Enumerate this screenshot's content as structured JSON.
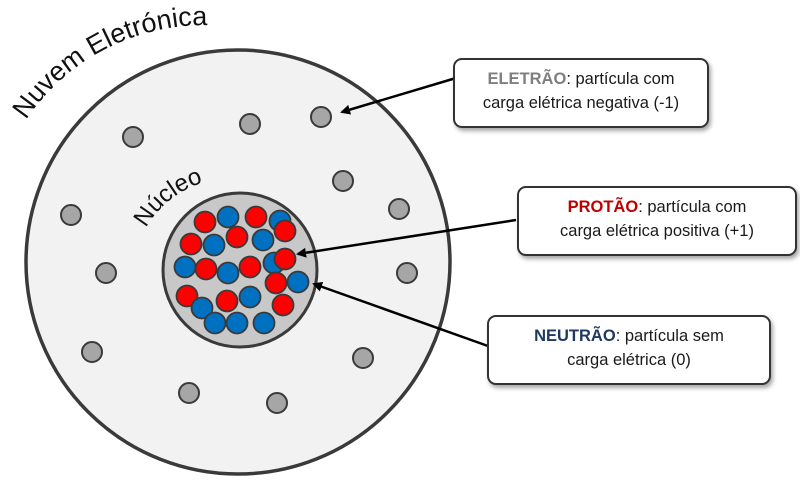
{
  "cloud_label": "Nuvem Eletrónica",
  "nucleus_label": "Núcleo",
  "electron": {
    "keyword": "ELETRÃO",
    "rest": ": partícula com",
    "line2": "carga elétrica negativa (-1)"
  },
  "proton": {
    "keyword": "PROTÃO",
    "rest": ": partícula com",
    "line2": "carga elétrica positiva (+1)"
  },
  "neutron": {
    "keyword": "NEUTRÃO",
    "rest": ": partícula sem",
    "line2": "carga elétrica (0)"
  },
  "colors": {
    "cloud_fill": "#f2f2f2",
    "outline": "#3a3a3a",
    "electron": "#a6a6a6",
    "nucleus_fill": "#c8c8c8",
    "proton": "#ff0000",
    "neutron": "#0070c0",
    "proton_label": "#c00000",
    "neutron_label": "#1f3864",
    "electron_label": "#7f7f7f"
  }
}
